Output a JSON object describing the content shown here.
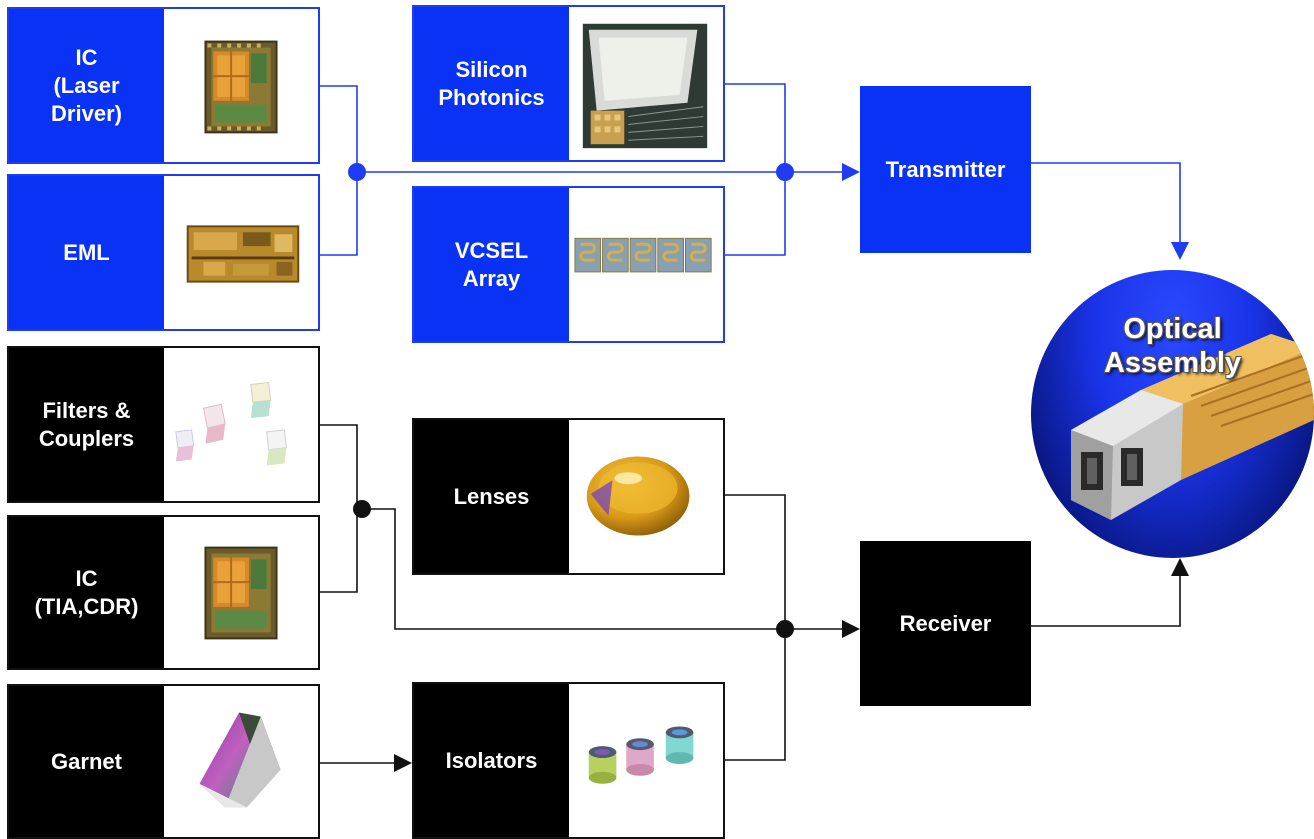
{
  "colors": {
    "blue": "#0a32f5",
    "black": "#000000",
    "wire_blue": "#1f3cf0",
    "wire_black": "#111111"
  },
  "blocks": {
    "ic_laser": {
      "label": "IC\n(Laser\nDriver)",
      "icon": "ic-chip-icon"
    },
    "eml": {
      "label": "EML",
      "icon": "eml-chip-icon"
    },
    "silicon_photonics": {
      "label": "Silicon\nPhotonics",
      "icon": "silicon-photonics-chip-icon"
    },
    "vcsel": {
      "label": "VCSEL\nArray",
      "icon": "vcsel-array-icon"
    },
    "filters": {
      "label": "Filters &\nCouplers",
      "icon": "filter-cubes-icon"
    },
    "ic_tia": {
      "label": "IC\n(TIA,CDR)",
      "icon": "ic-chip-icon"
    },
    "garnet": {
      "label": "Garnet",
      "icon": "garnet-prism-icon"
    },
    "lenses": {
      "label": "Lenses",
      "icon": "lens-icon"
    },
    "isolators": {
      "label": "Isolators",
      "icon": "isolator-cylinders-icon"
    }
  },
  "nodes": {
    "transmitter": "Transmitter",
    "receiver": "Receiver",
    "optical_assembly": "Optical\nAssembly"
  }
}
